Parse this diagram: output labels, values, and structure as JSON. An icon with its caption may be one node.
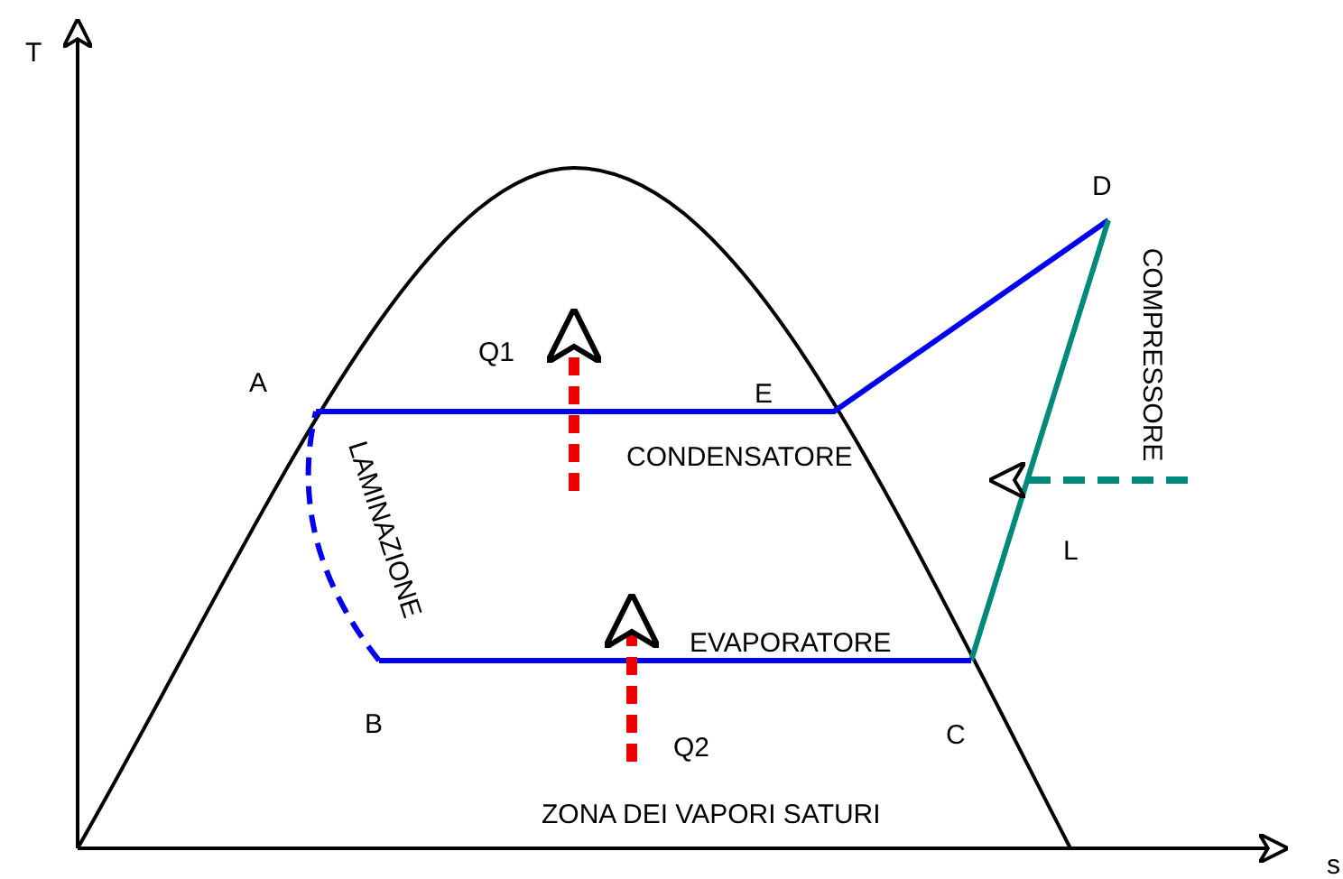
{
  "diagram": {
    "labels": [
      "T",
      "D",
      "Q1",
      "A",
      "E",
      "COMPRESSORE",
      "CONDENSATORE",
      "LAMINAZIONE",
      "L",
      "EVAPORATORE",
      "B",
      "C",
      "Q2",
      "ZONA DEI VAPORI SATURI",
      "s"
    ]
  }
}
